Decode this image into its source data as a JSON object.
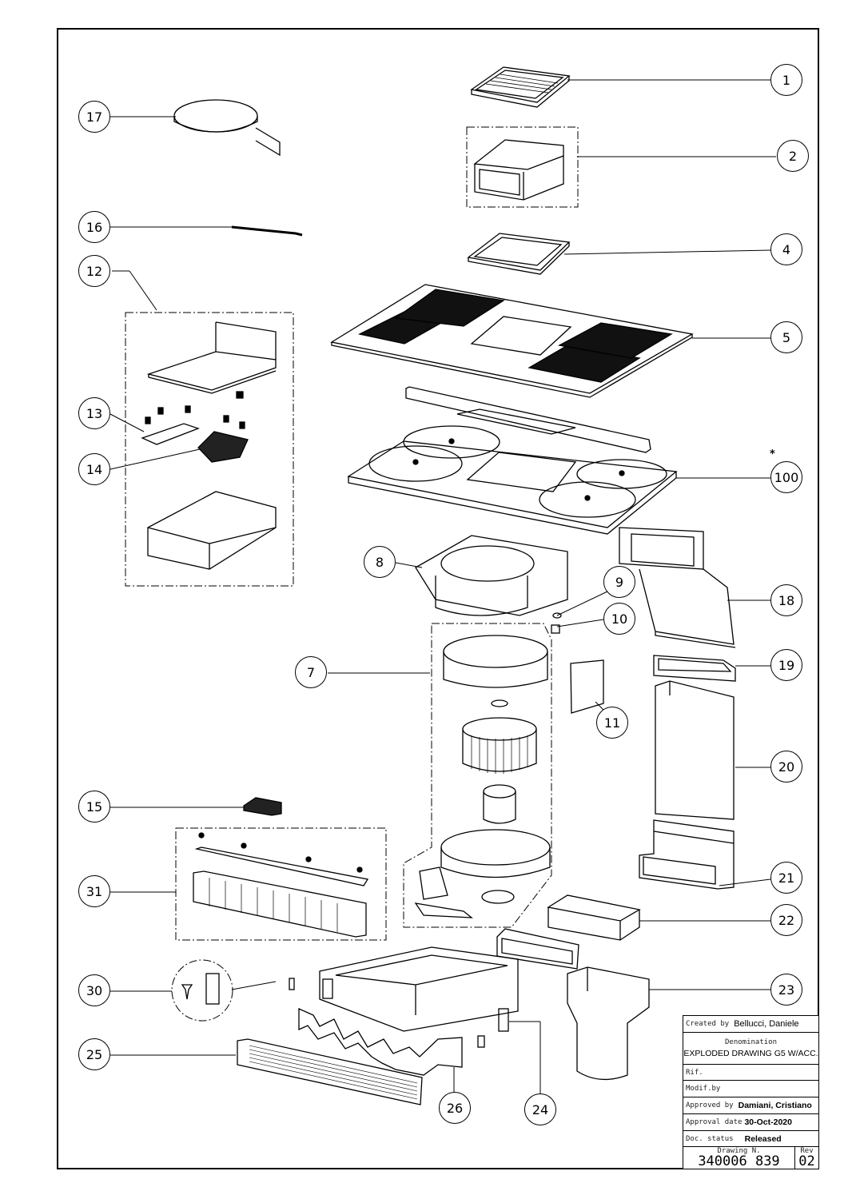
{
  "callouts": [
    {
      "id": "c1",
      "label": "1"
    },
    {
      "id": "c2",
      "label": "2"
    },
    {
      "id": "c4",
      "label": "4"
    },
    {
      "id": "c5",
      "label": "5"
    },
    {
      "id": "c100",
      "label": "100"
    },
    {
      "id": "c18",
      "label": "18"
    },
    {
      "id": "c9",
      "label": "9"
    },
    {
      "id": "c10",
      "label": "10"
    },
    {
      "id": "c19",
      "label": "19"
    },
    {
      "id": "c11",
      "label": "11"
    },
    {
      "id": "c20",
      "label": "20"
    },
    {
      "id": "c21",
      "label": "21"
    },
    {
      "id": "c22",
      "label": "22"
    },
    {
      "id": "c23",
      "label": "23"
    },
    {
      "id": "c24",
      "label": "24"
    },
    {
      "id": "c26",
      "label": "26"
    },
    {
      "id": "c25",
      "label": "25"
    },
    {
      "id": "c30",
      "label": "30"
    },
    {
      "id": "c31",
      "label": "31"
    },
    {
      "id": "c15",
      "label": "15"
    },
    {
      "id": "c7",
      "label": "7"
    },
    {
      "id": "c8",
      "label": "8"
    },
    {
      "id": "c14",
      "label": "14"
    },
    {
      "id": "c13",
      "label": "13"
    },
    {
      "id": "c12",
      "label": "12"
    },
    {
      "id": "c16",
      "label": "16"
    },
    {
      "id": "c17",
      "label": "17"
    }
  ],
  "asterisk": "*",
  "title_block": {
    "created_by_label": "Created by",
    "created_by": "Bellucci, Daniele",
    "denomination_label": "Denomination",
    "denomination": "EXPLODED DRAWING G5 W/ACC.",
    "rif_label": "Rif.",
    "modif_label": "Modif.by",
    "approved_by_label": "Approved by",
    "approved_by": "Damiani, Cristiano",
    "approval_date_label": "Approval date",
    "approval_date": "30-Oct-2020",
    "doc_status_label": "Doc. status",
    "doc_status": "Released",
    "drawing_n_label": "Drawing N.",
    "drawing_n": "340006 839",
    "rev_label": "Rev",
    "rev": "02"
  }
}
